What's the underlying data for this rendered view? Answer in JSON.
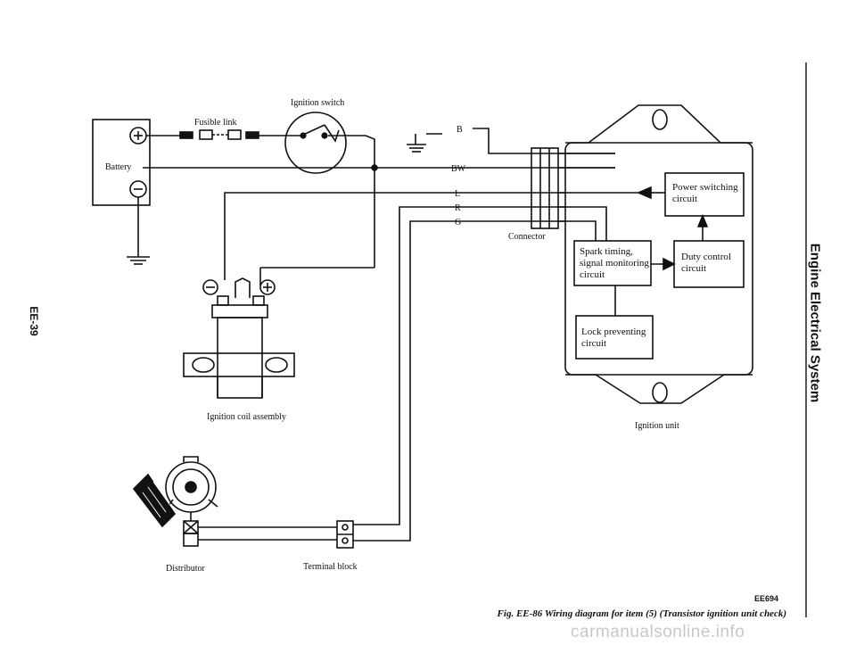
{
  "page": {
    "section_title": "Engine Electrical System",
    "page_number": "EE-39",
    "figure_code": "EE694",
    "figure_caption": "Fig. EE-86  Wiring diagram for item (5) (Transistor ignition unit check)",
    "watermark": "carmanualsonline.info"
  },
  "labels": {
    "battery": "Battery",
    "fusible_link": "Fusible link",
    "ignition_switch": "Ignition switch",
    "ignition_coil": "Ignition coil assembly",
    "distributor": "Distributor",
    "terminal_block": "Terminal block",
    "connector": "Connector",
    "ignition_unit": "Ignition unit"
  },
  "wires": {
    "b": "B",
    "bw": "BW",
    "l": "L",
    "r": "R",
    "g": "G"
  },
  "unit_blocks": {
    "power_switching": [
      "Power switching",
      "circuit"
    ],
    "spark_timing": [
      "Spark timing,",
      "signal monitoring",
      "circuit"
    ],
    "duty_control": [
      "Duty control",
      "circuit"
    ],
    "lock_preventing": [
      "Lock preventing",
      "circuit"
    ]
  },
  "symbols": {
    "plus": "+",
    "minus": "−",
    "terminal_o": "0"
  }
}
